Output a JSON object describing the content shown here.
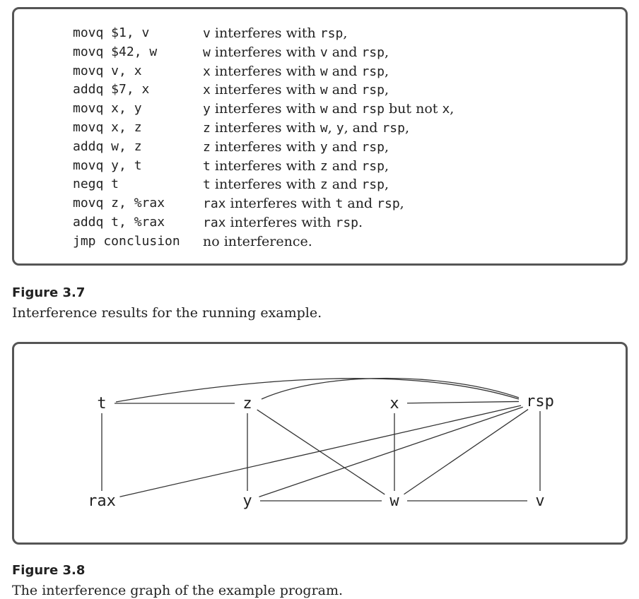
{
  "figure_3_7": {
    "label": "Figure 3.7",
    "caption": "Interference results for the running example.",
    "rows": [
      {
        "instr": "movq $1, v",
        "desc": [
          {
            "t": "v"
          },
          {
            "s": " interferes with "
          },
          {
            "t": "rsp"
          },
          {
            "s": ","
          }
        ]
      },
      {
        "instr": "movq $42, w",
        "desc": [
          {
            "t": "w"
          },
          {
            "s": " interferes with "
          },
          {
            "t": "v"
          },
          {
            "s": " and "
          },
          {
            "t": "rsp"
          },
          {
            "s": ","
          }
        ]
      },
      {
        "instr": "movq v, x",
        "desc": [
          {
            "t": "x"
          },
          {
            "s": " interferes with "
          },
          {
            "t": "w"
          },
          {
            "s": " and "
          },
          {
            "t": "rsp"
          },
          {
            "s": ","
          }
        ]
      },
      {
        "instr": "addq $7, x",
        "desc": [
          {
            "t": "x"
          },
          {
            "s": " interferes with "
          },
          {
            "t": "w"
          },
          {
            "s": " and "
          },
          {
            "t": "rsp"
          },
          {
            "s": ","
          }
        ]
      },
      {
        "instr": "movq x, y",
        "desc": [
          {
            "t": "y"
          },
          {
            "s": " interferes with "
          },
          {
            "t": "w"
          },
          {
            "s": " and "
          },
          {
            "t": "rsp"
          },
          {
            "s": " but not "
          },
          {
            "t": "x"
          },
          {
            "s": ","
          }
        ]
      },
      {
        "instr": "movq x, z",
        "desc": [
          {
            "t": "z"
          },
          {
            "s": " interferes with "
          },
          {
            "t": "w"
          },
          {
            "s": ", "
          },
          {
            "t": "y"
          },
          {
            "s": ", and "
          },
          {
            "t": "rsp"
          },
          {
            "s": ","
          }
        ]
      },
      {
        "instr": "addq w, z",
        "desc": [
          {
            "t": "z"
          },
          {
            "s": " interferes with "
          },
          {
            "t": "y"
          },
          {
            "s": " and "
          },
          {
            "t": "rsp"
          },
          {
            "s": ","
          }
        ]
      },
      {
        "instr": "movq y, t",
        "desc": [
          {
            "t": "t"
          },
          {
            "s": " interferes with "
          },
          {
            "t": "z"
          },
          {
            "s": " and "
          },
          {
            "t": "rsp"
          },
          {
            "s": ","
          }
        ]
      },
      {
        "instr": "negq t",
        "desc": [
          {
            "t": "t"
          },
          {
            "s": " interferes with "
          },
          {
            "t": "z"
          },
          {
            "s": " and "
          },
          {
            "t": "rsp"
          },
          {
            "s": ","
          }
        ]
      },
      {
        "instr": "movq z, %rax",
        "desc": [
          {
            "t": "rax"
          },
          {
            "s": " interferes with "
          },
          {
            "t": "t"
          },
          {
            "s": " and "
          },
          {
            "t": "rsp"
          },
          {
            "s": ","
          }
        ]
      },
      {
        "instr": "addq t, %rax",
        "desc": [
          {
            "t": "rax"
          },
          {
            "s": " interferes with "
          },
          {
            "t": "rsp"
          },
          {
            "s": "."
          }
        ]
      },
      {
        "instr": "jmp conclusion",
        "desc": [
          {
            "s": "no interference."
          }
        ]
      }
    ]
  },
  "figure_3_8": {
    "label": "Figure 3.8",
    "caption": "The interference graph of the example program.",
    "nodes": {
      "t": "t",
      "z": "z",
      "x": "x",
      "rsp": "rsp",
      "rax": "rax",
      "y": "y",
      "w": "w",
      "v": "v"
    },
    "edges": [
      [
        "t",
        "z"
      ],
      [
        "t",
        "rsp"
      ],
      [
        "t",
        "rax"
      ],
      [
        "z",
        "rsp"
      ],
      [
        "z",
        "y"
      ],
      [
        "z",
        "w"
      ],
      [
        "x",
        "rsp"
      ],
      [
        "x",
        "w"
      ],
      [
        "rsp",
        "rax"
      ],
      [
        "rsp",
        "y"
      ],
      [
        "rsp",
        "w"
      ],
      [
        "rsp",
        "v"
      ],
      [
        "y",
        "w"
      ],
      [
        "w",
        "v"
      ]
    ]
  }
}
